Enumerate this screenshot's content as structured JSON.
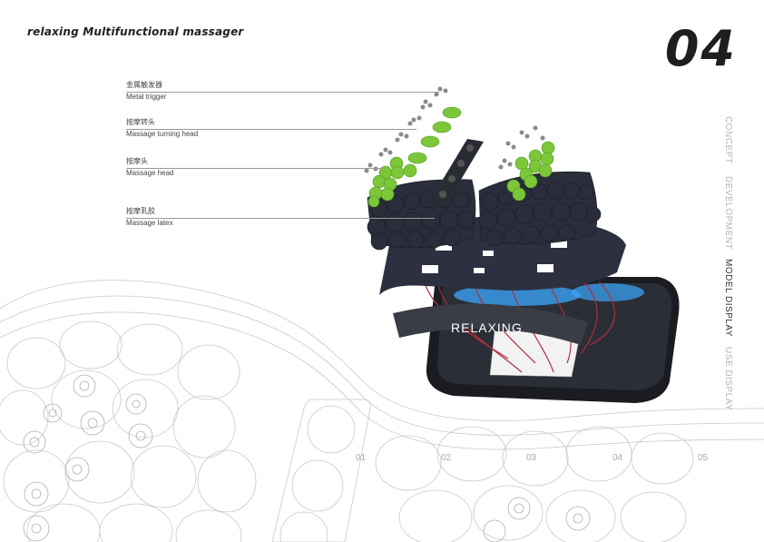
{
  "header": {
    "title": "relaxing Multifunctional massager",
    "page_number": "04"
  },
  "nav": {
    "items": [
      {
        "label": "CONCEPT",
        "active": false
      },
      {
        "label": "DEVELOPMENT",
        "active": false
      },
      {
        "label": "MODEL DISPLAY",
        "active": true
      },
      {
        "label": "USE DISPLAY",
        "active": false
      }
    ]
  },
  "labels": [
    {
      "zh": "金属触发器",
      "en": "Metal trigger"
    },
    {
      "zh": "按摩转头",
      "en": "Massage turning head"
    },
    {
      "zh": "按摩头",
      "en": "Massage head"
    },
    {
      "zh": "按摩乳胶",
      "en": "Massage latex"
    }
  ],
  "product": {
    "brand_text": "RELAXING"
  },
  "ticks": [
    "01",
    "02",
    "03",
    "04",
    "05"
  ],
  "colors": {
    "latex": "#2c3040",
    "green": "#7cc63a",
    "blue_glow": "#3aa8ff",
    "wire": "#b0303a"
  }
}
